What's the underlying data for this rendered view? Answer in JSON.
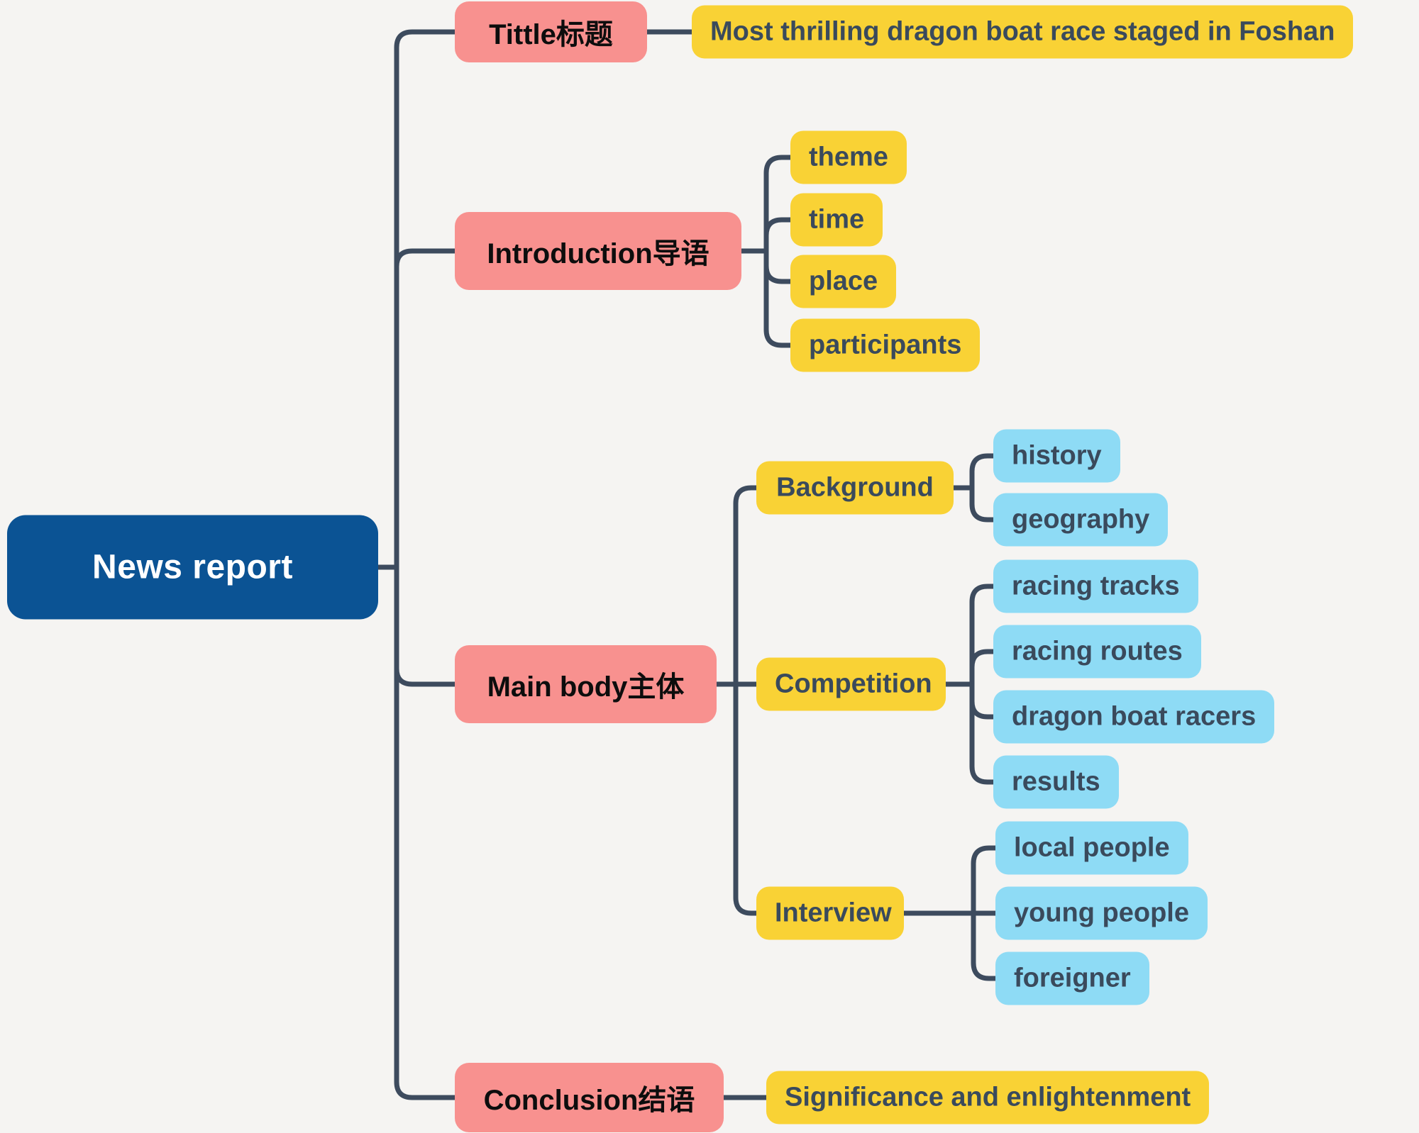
{
  "root": {
    "label": "News report"
  },
  "branches": [
    {
      "label": "Tittle标题",
      "children": [
        {
          "label": "Most thrilling dragon boat race staged in Foshan"
        }
      ]
    },
    {
      "label": "Introduction导语",
      "children": [
        {
          "label": "theme"
        },
        {
          "label": "time"
        },
        {
          "label": "place"
        },
        {
          "label": "participants"
        }
      ]
    },
    {
      "label": "Main body主体",
      "children": [
        {
          "label": "Background",
          "children": [
            {
              "label": "history"
            },
            {
              "label": "geography"
            }
          ]
        },
        {
          "label": "Competition",
          "children": [
            {
              "label": "racing tracks"
            },
            {
              "label": "racing routes"
            },
            {
              "label": "dragon boat racers"
            },
            {
              "label": "results"
            }
          ]
        },
        {
          "label": "Interview",
          "children": [
            {
              "label": "local people"
            },
            {
              "label": "young people"
            },
            {
              "label": "foreigner"
            }
          ]
        }
      ]
    },
    {
      "label": "Conclusion结语",
      "children": [
        {
          "label": "Significance and enlightenment"
        }
      ]
    }
  ],
  "colors": {
    "background": "#f5f4f2",
    "root_node": "#0b5394",
    "branch_node": "#f8918f",
    "topic_node": "#f9d235",
    "subtopic_node": "#8edbf5",
    "connector": "#3d4b5e",
    "dark_text": "#3a4a5c"
  }
}
